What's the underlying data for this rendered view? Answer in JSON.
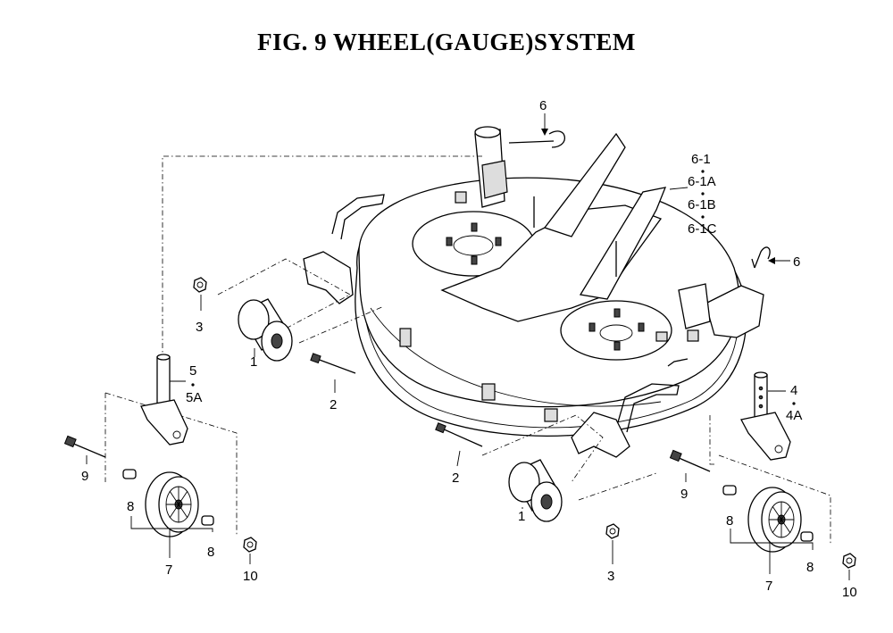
{
  "title": "FIG. 9  WHEEL(GAUGE)SYSTEM",
  "callouts": {
    "c1a": "1",
    "c1b": "1",
    "c2a": "2",
    "c2b": "2",
    "c3a": "3",
    "c3b": "3",
    "c4": "4",
    "c4a": "4A",
    "c5": "5",
    "c5a": "5A",
    "c6a": "6",
    "c6b": "6",
    "c61": "6-1",
    "c61a": "6-1A",
    "c61b": "6-1B",
    "c61c": "6-1C",
    "c7a": "7",
    "c7b": "7",
    "c8a": "8",
    "c8b": "8",
    "c8c": "8",
    "c8d": "8",
    "c9a": "9",
    "c9b": "9",
    "c10a": "10",
    "c10b": "10"
  }
}
